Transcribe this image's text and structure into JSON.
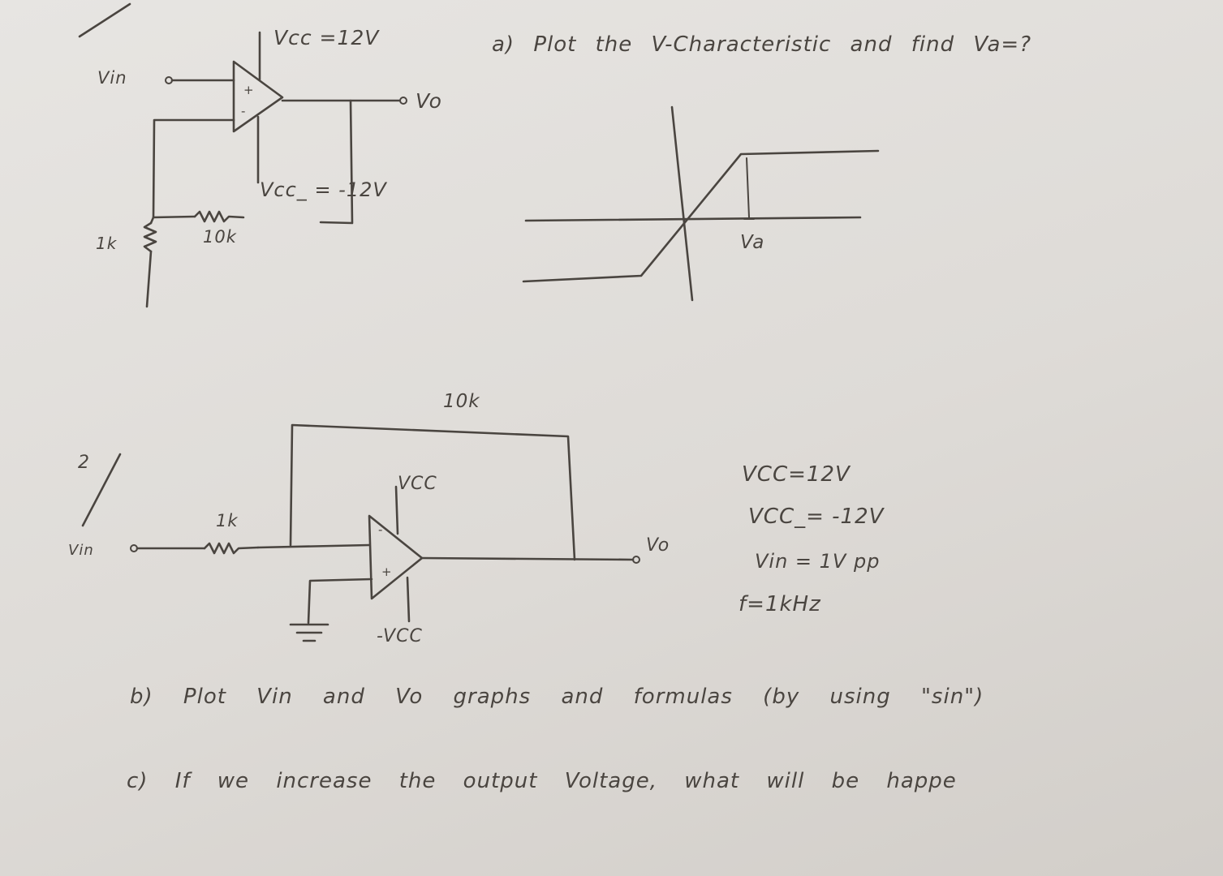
{
  "circuit1": {
    "vcc_pos": "Vcc =12V",
    "vin": "Vin",
    "vo": "Vo",
    "vcc_neg": "Vcc_ = -12V",
    "r_1k": "1k",
    "r_10k": "10k",
    "plus": "+",
    "minus": "-"
  },
  "question_a": "a) Plot the V-Characteristic and find Va=?",
  "graph_a": {
    "va_label": "Va"
  },
  "problem2": {
    "number": "2",
    "vin": "Vin",
    "r_1k": "1k",
    "r_10k": "10k",
    "vcc": "VCC",
    "neg_vcc": "-VCC",
    "vo": "Vo",
    "plus": "+",
    "minus": "-"
  },
  "params": {
    "vcc_pos": "VCC=12V",
    "vcc_neg": "VCC_= -12V",
    "vin": "Vin = 1V pp",
    "freq": "f=1kHz"
  },
  "question_b": "b) Plot Vin and Vo graphs and formulas (by using \"sin\")",
  "question_c": "c) If we increase the output Voltage, what will be happe"
}
